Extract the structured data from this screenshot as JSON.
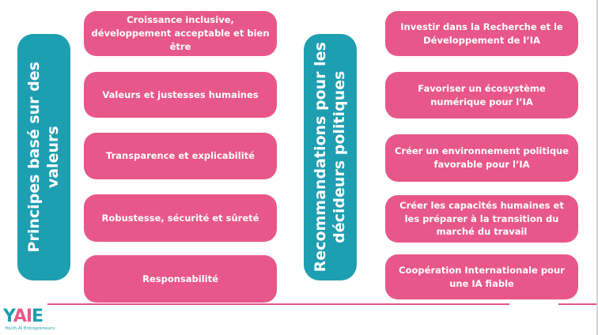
{
  "left_panel": {
    "title": "Principes basé sur des valeurs",
    "title_line1": "Principes basé sur des",
    "title_line2": "valeurs",
    "items": [
      "Croissance inclusive, développement acceptable et bien être",
      "Valeurs et justesses humaines",
      "Transparence et explicabilité",
      "Robustesse, sécurité et sûreté",
      "Responsabilité"
    ]
  },
  "right_panel": {
    "title": "Recommandations pour les décideurs politiques",
    "title_line1": "Recommandations pour les",
    "title_line2": "décideurs politiques",
    "items": [
      "Investir dans la Recherche et le Développement de l’IA",
      "Favoriser un écosystème numérique pour l’IA",
      "Créer un environnement politique favorable pour l’IA",
      "Créer les capacités humaines et les préparer à la transition du marché du travail",
      "Coopération Internationale pour une IA fiable"
    ]
  },
  "logo": {
    "letters": [
      "Y",
      "AI",
      "E"
    ],
    "subtitle": "Youth AI Entrepreneurs"
  },
  "colors": {
    "pink": "#e8578a",
    "teal": "#1e9fb1"
  }
}
